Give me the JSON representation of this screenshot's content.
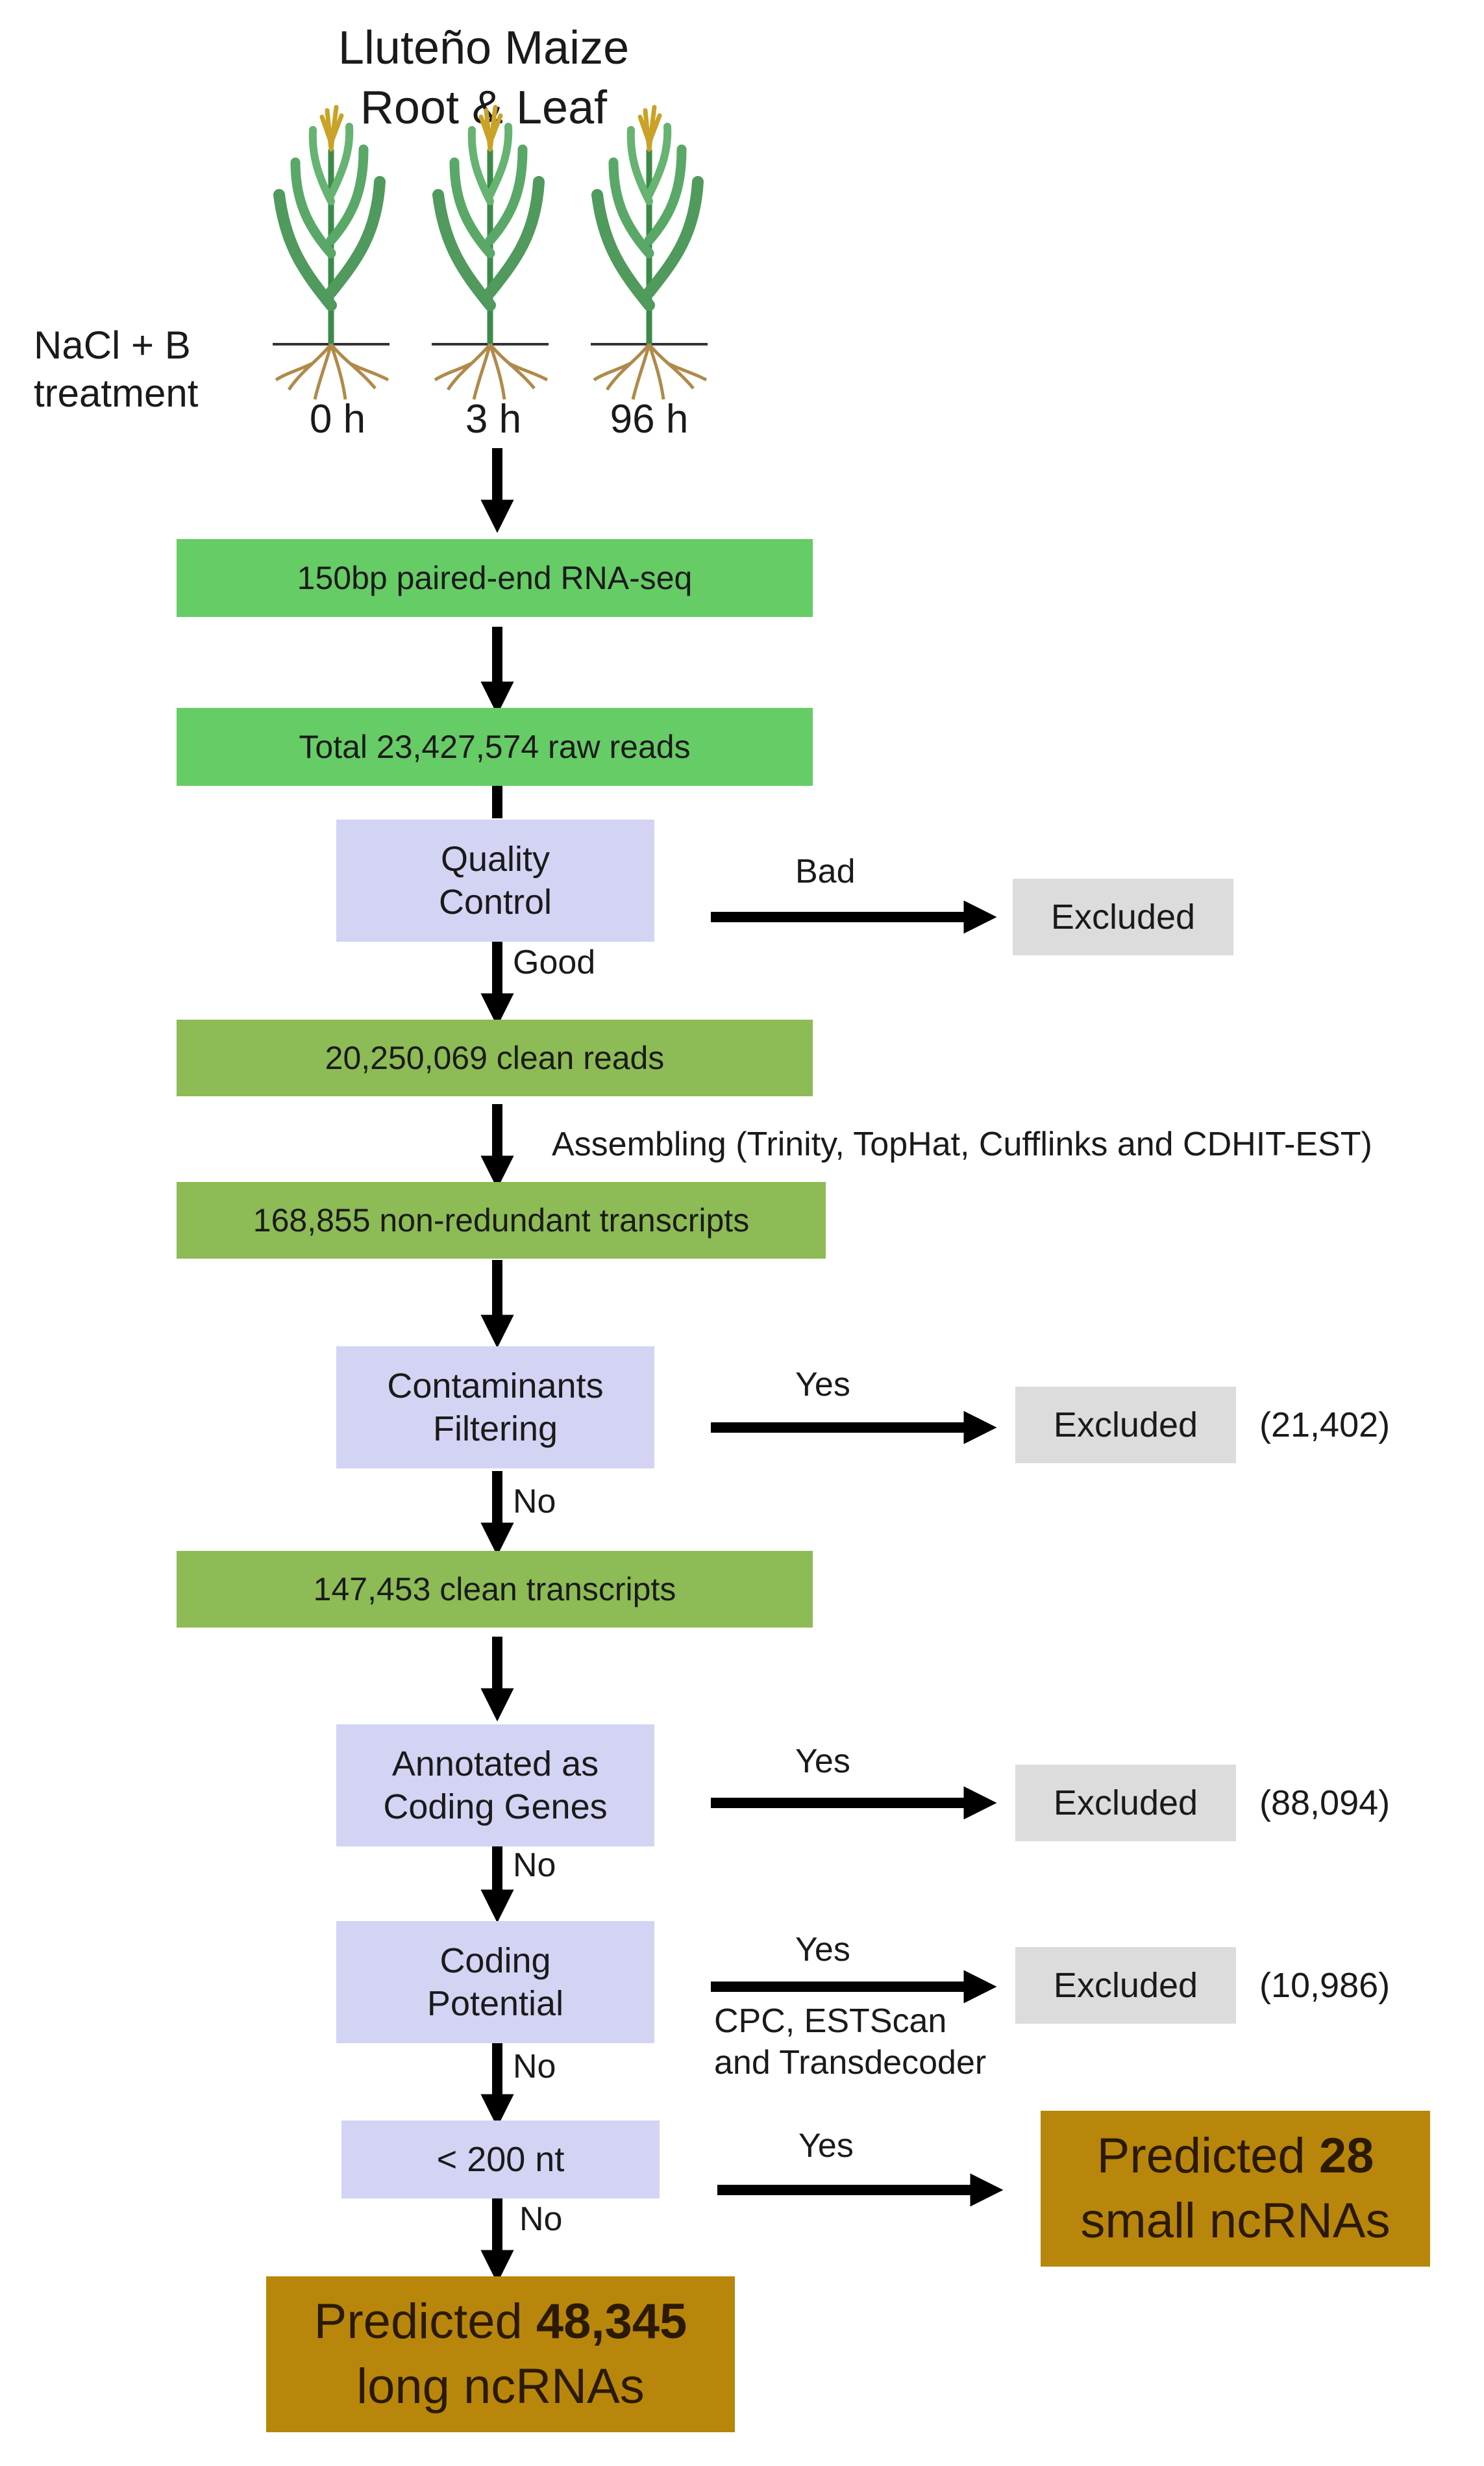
{
  "title": {
    "line1": "Lluteño Maize",
    "line2": "Root & Leaf"
  },
  "treatment": {
    "line1": "NaCl  + B",
    "line2": "treatment"
  },
  "timepoints": [
    "0 h",
    "3 h",
    "96 h"
  ],
  "steps": {
    "rnaseq": "150bp paired-end RNA-seq",
    "raw_reads": "Total 23,427,574 raw reads",
    "quality_control": {
      "line1": "Quality",
      "line2": "Control"
    },
    "clean_reads": "20,250,069 clean reads",
    "assembling": "Assembling (Trinity, TopHat, Cufflinks and CDHIT-EST)",
    "non_redundant": "168,855 non-redundant transcripts",
    "contaminants": {
      "line1": "Contaminants",
      "line2": "Filtering"
    },
    "clean_transcripts": "147,453 clean transcripts",
    "annotated": {
      "line1": "Annotated as",
      "line2": "Coding Genes"
    },
    "coding_potential": {
      "line1": "Coding",
      "line2": "Potential"
    },
    "length_filter": "< 200 nt"
  },
  "edge_labels": {
    "bad": "Bad",
    "good": "Good",
    "yes1": "Yes",
    "no1": "No",
    "yes2": "Yes",
    "no2": "No",
    "yes3": "Yes",
    "no3": "No",
    "yes4": "Yes",
    "no4": "No"
  },
  "tools_note": {
    "line1": "CPC, ESTScan",
    "line2": "and Transdecoder"
  },
  "excluded": {
    "label": "Excluded",
    "counts": [
      "(21,402)",
      "(88,094)",
      "(10,986)"
    ]
  },
  "results": {
    "small": {
      "prefix": "Predicted ",
      "number": "28",
      "suffix": "small ncRNAs"
    },
    "long": {
      "prefix": "Predicted ",
      "number": "48,345",
      "suffix": "long ncRNAs"
    }
  },
  "colors": {
    "green_light": "#66cc66",
    "green_olive": "#8dbb55",
    "lavender": "#d3d3f4",
    "grey": "#dcdcdc",
    "gold": "#b8860b"
  }
}
